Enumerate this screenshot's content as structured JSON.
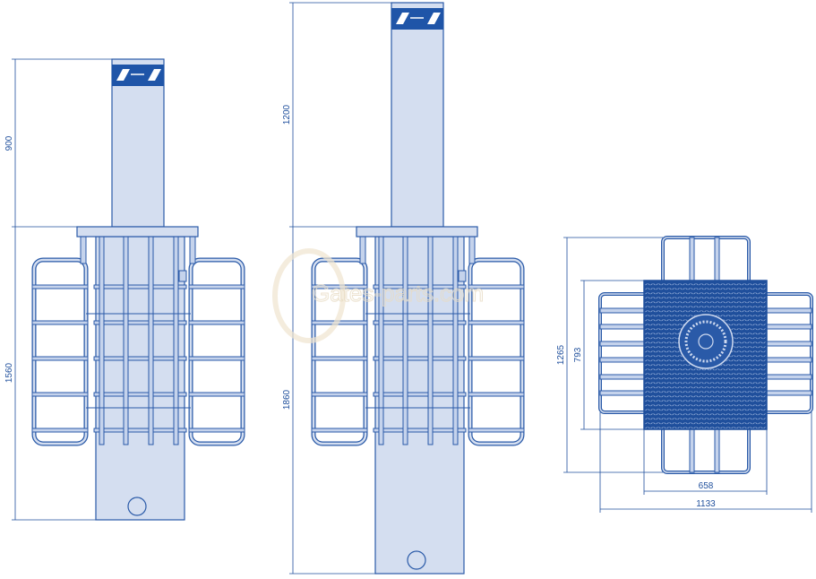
{
  "watermark": "Gates-parts.com",
  "front_view_900": {
    "height_above": "900",
    "height_below": "1560"
  },
  "front_view_1200": {
    "height_above": "1200",
    "height_below": "1860"
  },
  "top_view": {
    "depth_total": "1265",
    "depth_plate": "793",
    "width_plate": "658",
    "width_total": "1133"
  },
  "colors": {
    "line": "#2a5aa8",
    "fill": "#d4def0",
    "plate": "#1f4f9c"
  }
}
